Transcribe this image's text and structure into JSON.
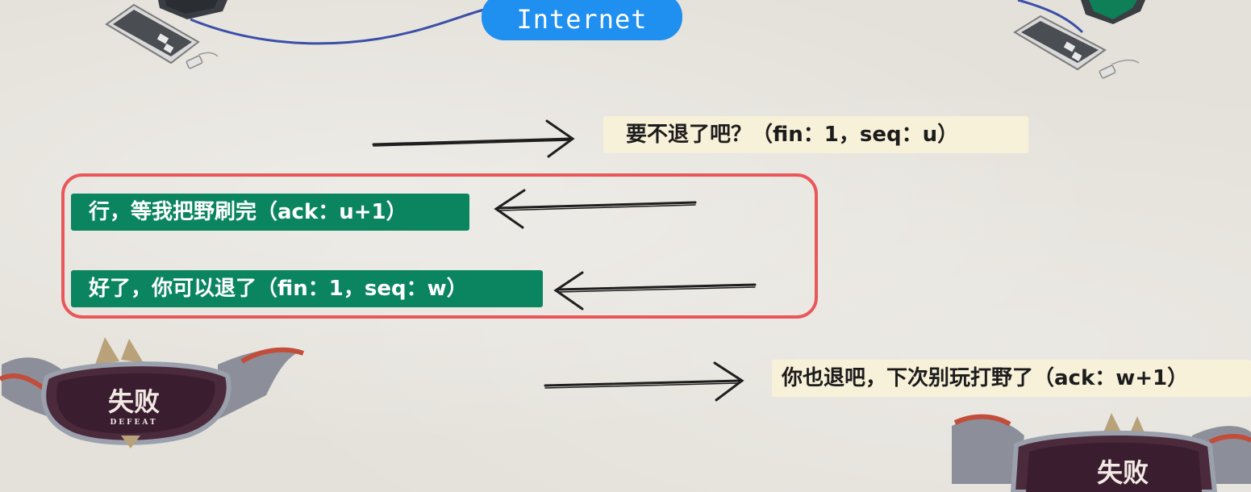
{
  "internet_label": "Internet",
  "messages": {
    "client_fin": "要不退了吧？（fin：1，seq：u）",
    "server_ack": "行，等我把野刷完（ack：u+1）",
    "server_fin": "好了，你可以退了（fin：1，seq：w）",
    "client_ack": "你也退吧，下次别玩打野了（ack：w+1）"
  },
  "defeat_badge": {
    "title": "失败",
    "subtitle": "DEFEAT"
  },
  "colors": {
    "internet_blue": "#1f8ff0",
    "message_green": "#0b8560",
    "message_cream": "#f8f1d9",
    "highlight_red": "#e8585a"
  }
}
